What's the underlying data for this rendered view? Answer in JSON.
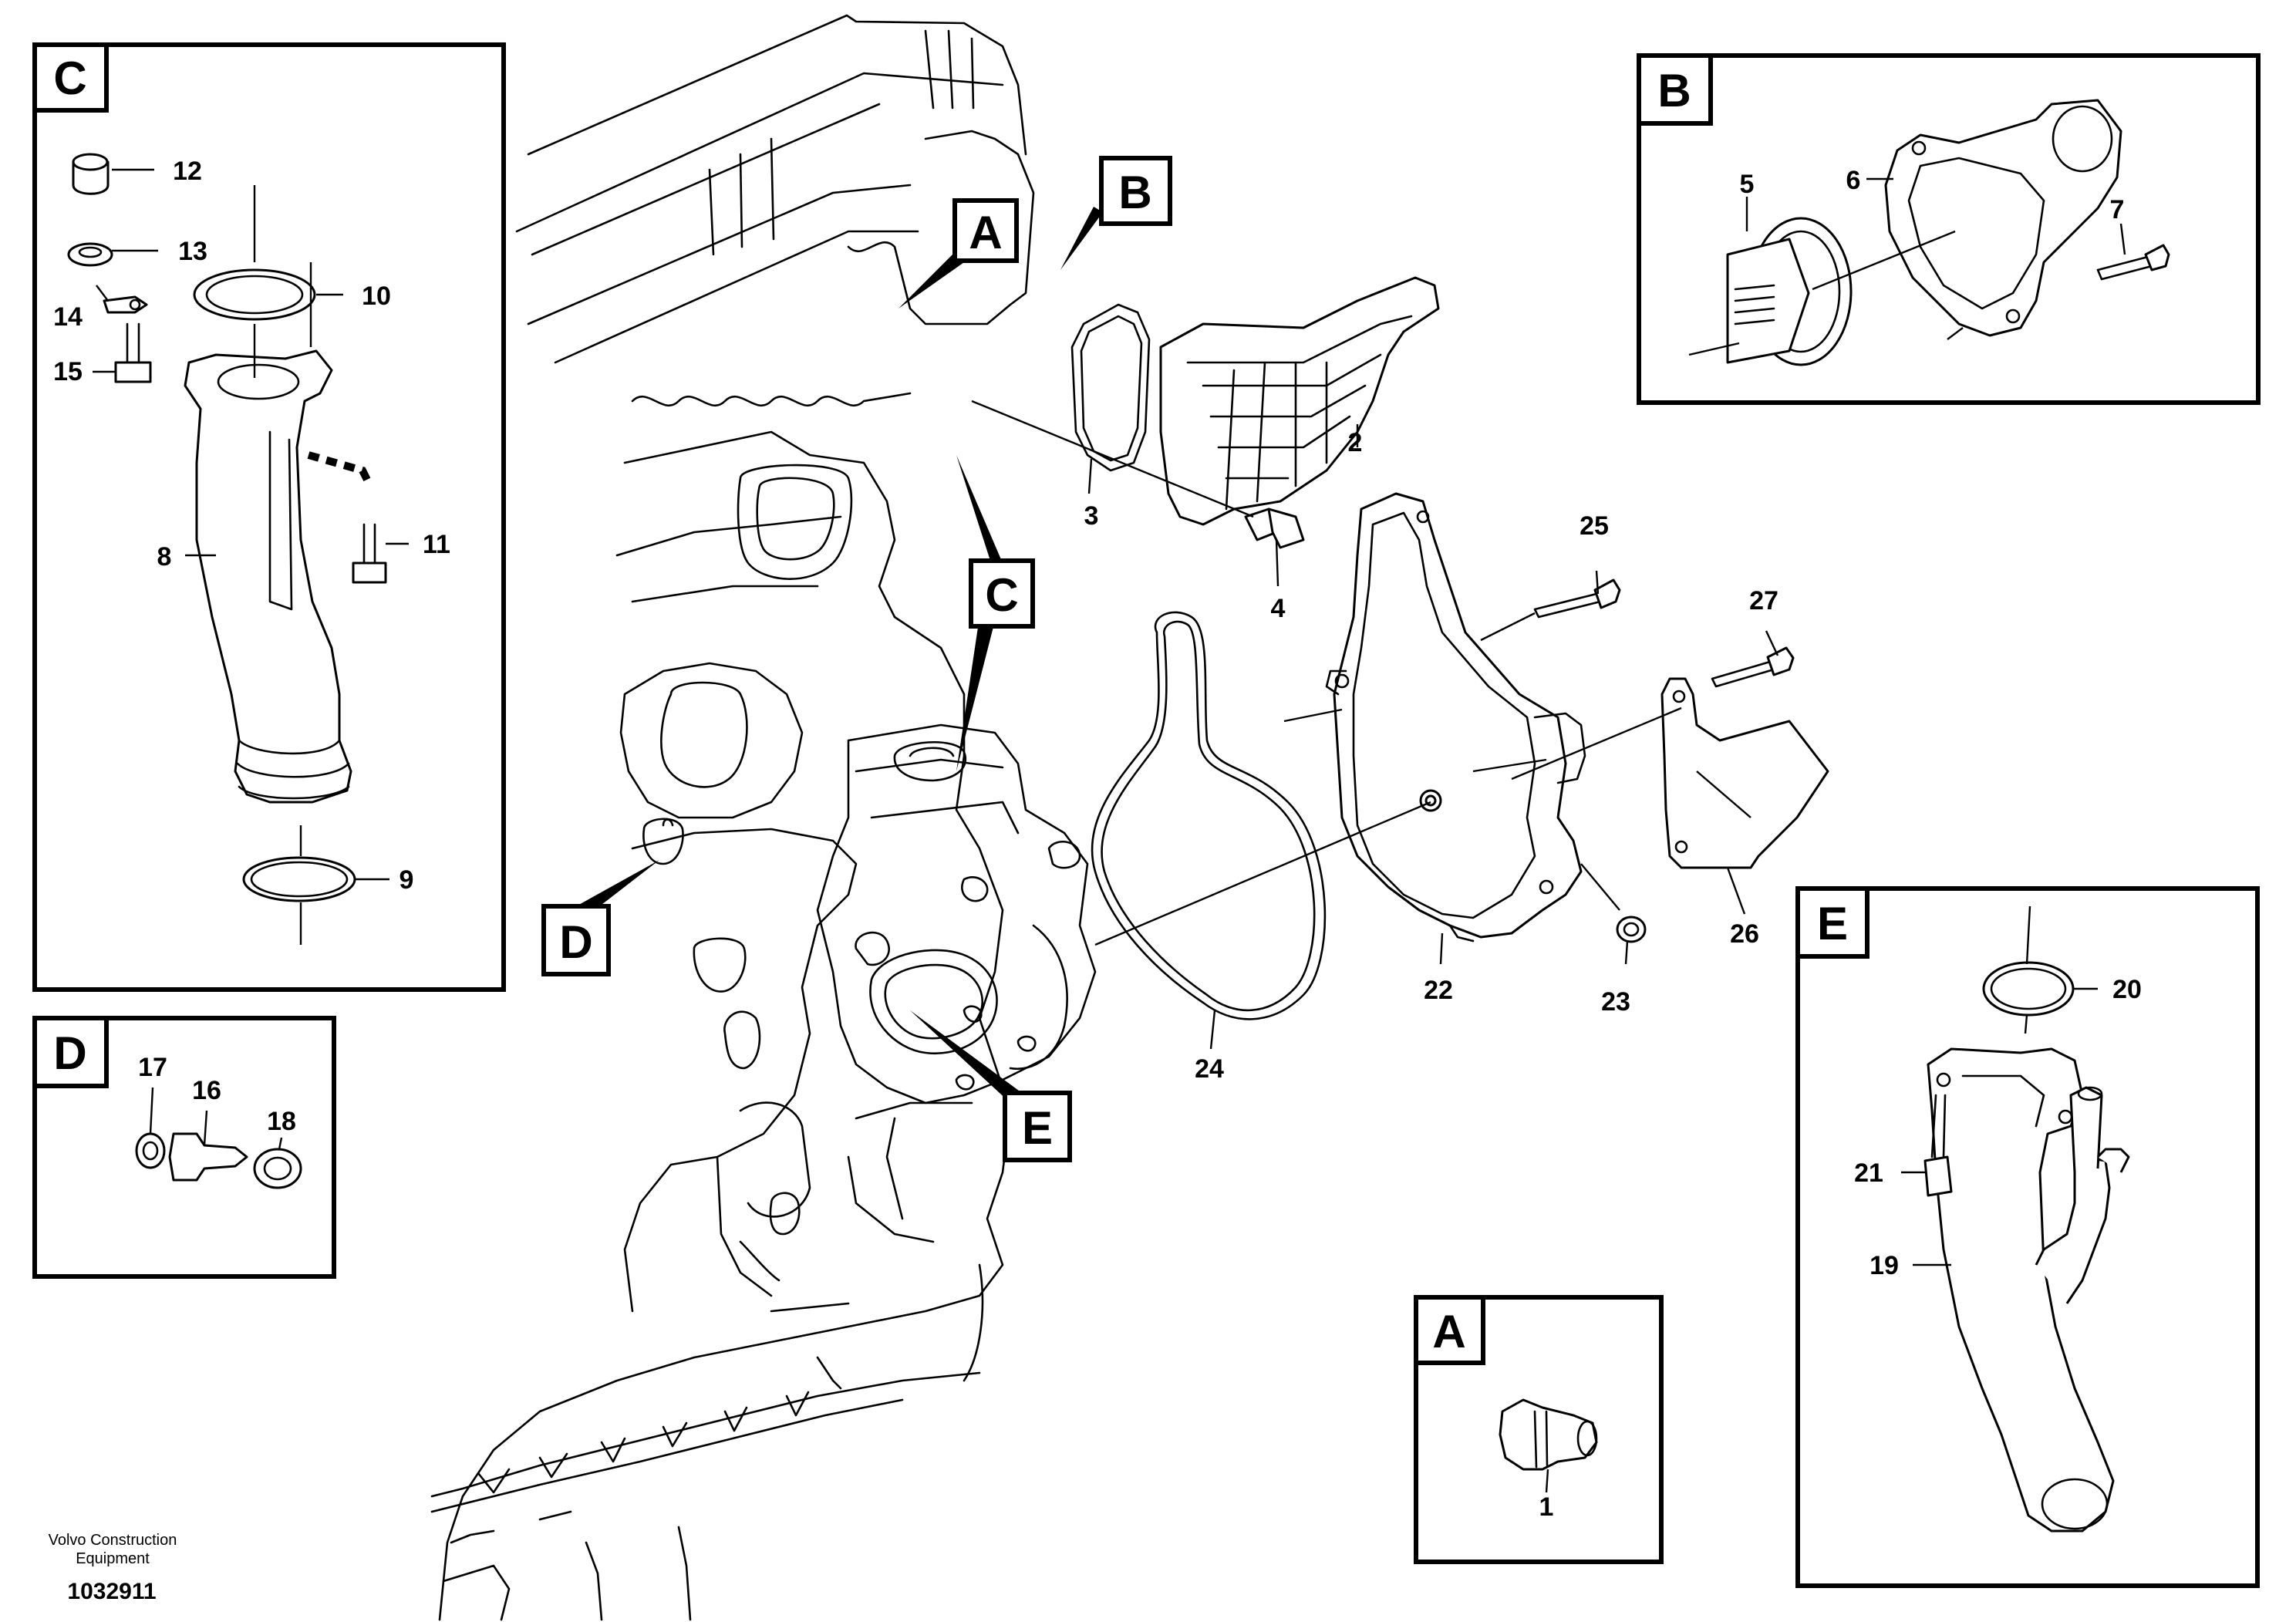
{
  "detail_tags": {
    "a": "A",
    "b": "B",
    "c": "C",
    "d": "D",
    "e": "E"
  },
  "part_numbers": {
    "p1": "1",
    "p2": "2",
    "p3": "3",
    "p4": "4",
    "p5": "5",
    "p6": "6",
    "p7": "7",
    "p8": "8",
    "p9": "9",
    "p10": "10",
    "p11": "11",
    "p12": "12",
    "p13": "13",
    "p14": "14",
    "p15": "15",
    "p16": "16",
    "p17": "17",
    "p18": "18",
    "p19": "19",
    "p20": "20",
    "p21": "21",
    "p22": "22",
    "p23": "23",
    "p24": "24",
    "p25": "25",
    "p26": "26",
    "p27": "27"
  },
  "footer": {
    "brand_line1": "Volvo Construction",
    "brand_line2": "Equipment",
    "drawing_number": "1032911"
  }
}
